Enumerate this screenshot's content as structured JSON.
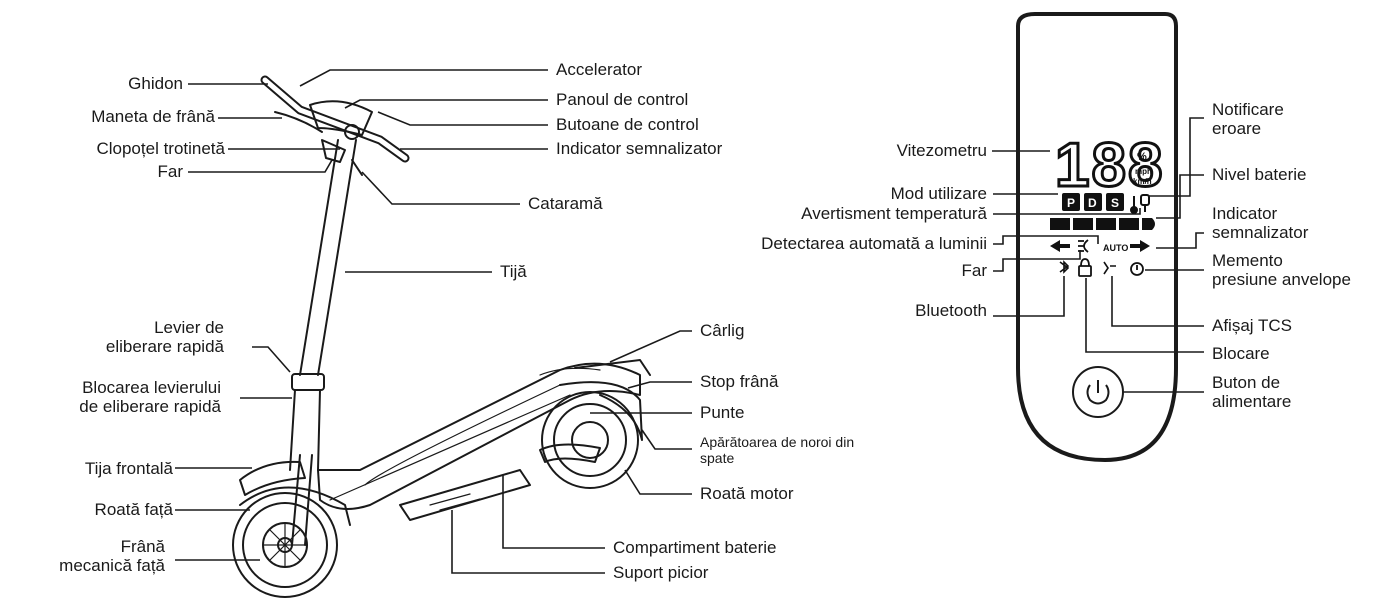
{
  "scooter_labels": {
    "ghidon": "Ghidon",
    "maneta_frana": "Maneta de frână",
    "clopotel": "Clopoțel trotinetă",
    "far": "Far",
    "levier_1": "Levier de",
    "levier_2": "eliberare rapidă",
    "blocare_levier_1": "Blocarea levierului",
    "blocare_levier_2": "de eliberare rapidă",
    "tija_frontala": "Tija frontală",
    "roata_fata": "Roată față",
    "frana_1": "Frână",
    "frana_2": "mecanică față",
    "accelerator": "Accelerator",
    "panoul_control": "Panoul de control",
    "butoane_control": "Butoane de control",
    "indicator_semnalizator": "Indicator semnalizator",
    "catarama": "Cataramă",
    "tija": "Tijă",
    "carlig": "Cârlig",
    "stop_frana": "Stop frână",
    "punte": "Punte",
    "aparatoare_1": "Apărătoarea de noroi din",
    "aparatoare_2": "spate",
    "roata_motor": "Roată motor",
    "compartiment": "Compartiment baterie",
    "suport": "Suport picior"
  },
  "panel_labels": {
    "vitezometru": "Vitezometru",
    "mod_utilizare": "Mod utilizare",
    "avertisment_temp": "Avertisment temperatură",
    "detectare_lumina": "Detectarea automată a luminii",
    "far": "Far",
    "bluetooth": "Bluetooth",
    "notificare_1": "Notificare",
    "notificare_2": "eroare",
    "nivel_baterie": "Nivel baterie",
    "indicator_1": "Indicator",
    "indicator_2": "semnalizator",
    "memento_1": "Memento",
    "memento_2": "presiune anvelope",
    "afisaj_tcs": "Afișaj TCS",
    "blocare": "Blocare",
    "buton_1": "Buton de",
    "buton_2": "alimentare"
  },
  "display": {
    "speed_digits": "188",
    "unit_percent": "%",
    "unit_mph": "mph",
    "unit_kmh": "km/h",
    "mode_1": "P",
    "mode_2": "D",
    "mode_3": "S",
    "lock_text": "AUTO"
  },
  "colors": {
    "line": "#1a1a1a",
    "segment": "#111111"
  }
}
